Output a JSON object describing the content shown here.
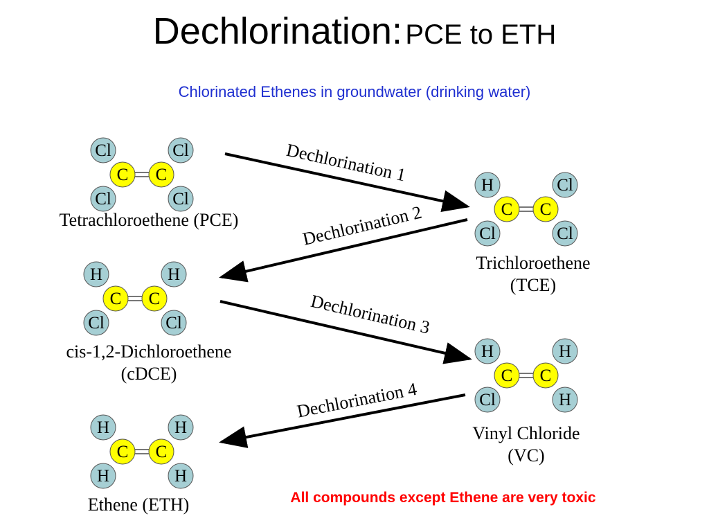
{
  "title": {
    "main": "Dechlorination:",
    "sub": "PCE to ETH"
  },
  "subtitle": "Chlorinated Ethenes in groundwater (drinking water)",
  "colors": {
    "carbon": "#ffff00",
    "substituent": "#a6cfd4",
    "subtitle": "#1f2fd0",
    "warning": "#ff0000"
  },
  "molecules": [
    {
      "id": "pce",
      "name_lines": [
        "Tetrachloroethene (PCE)"
      ],
      "atoms": {
        "top_left": "Cl",
        "top_right": "Cl",
        "center_left": "C",
        "center_right": "C",
        "bottom_left": "Cl",
        "bottom_right": "Cl"
      }
    },
    {
      "id": "tce",
      "name_lines": [
        "Trichloroethene",
        "(TCE)"
      ],
      "atoms": {
        "top_left": "H",
        "top_right": "Cl",
        "center_left": "C",
        "center_right": "C",
        "bottom_left": "Cl",
        "bottom_right": "Cl"
      }
    },
    {
      "id": "cdce",
      "name_lines": [
        "cis-1,2-Dichloroethene",
        "(cDCE)"
      ],
      "atoms": {
        "top_left": "H",
        "top_right": "H",
        "center_left": "C",
        "center_right": "C",
        "bottom_left": "Cl",
        "bottom_right": "Cl"
      }
    },
    {
      "id": "vc",
      "name_lines": [
        "Vinyl Chloride",
        "(VC)"
      ],
      "atoms": {
        "top_left": "H",
        "top_right": "H",
        "center_left": "C",
        "center_right": "C",
        "bottom_left": "Cl",
        "bottom_right": "H"
      }
    },
    {
      "id": "eth",
      "name_lines": [
        "Ethene (ETH)"
      ],
      "atoms": {
        "top_left": "H",
        "top_right": "H",
        "center_left": "C",
        "center_right": "C",
        "bottom_left": "H",
        "bottom_right": "H"
      }
    }
  ],
  "steps": [
    {
      "id": "step1",
      "label": "Dechlorination 1"
    },
    {
      "id": "step2",
      "label": "Dechlorination 2"
    },
    {
      "id": "step3",
      "label": "Dechlorination 3"
    },
    {
      "id": "step4",
      "label": "Dechlorination 4"
    }
  ],
  "warning": "All compounds except Ethene are very toxic"
}
